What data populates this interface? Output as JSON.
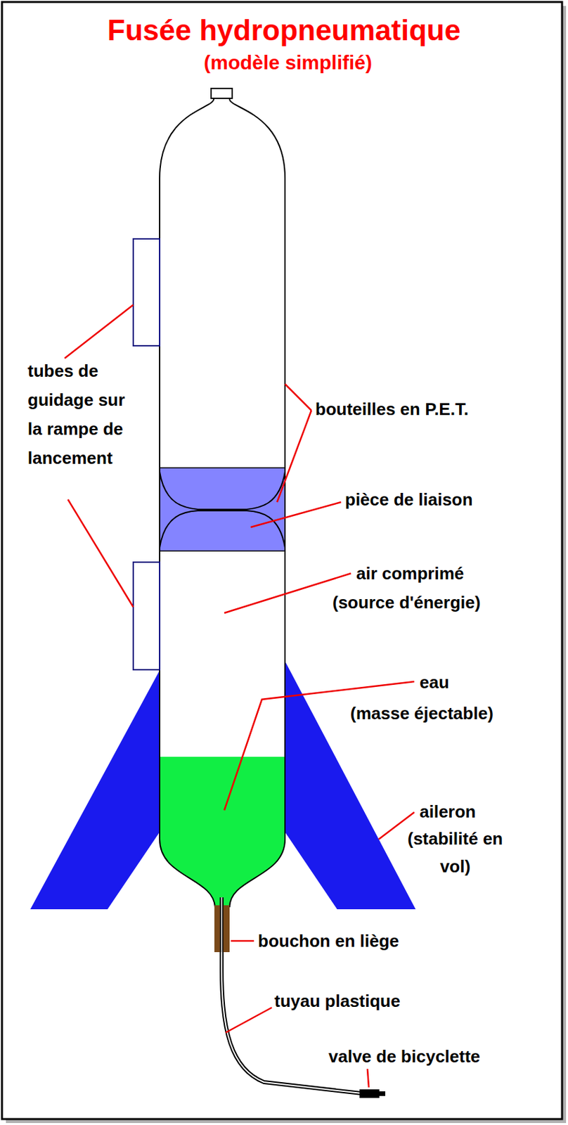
{
  "diagram": {
    "title": "Fusée hydropneumatique",
    "labels": [
      "(modèle simplifié)",
      "tubes de guidage sur la rampe de lancement",
      "bouteilles en P.E.T.",
      "pièce de liaison",
      "air comprimé",
      "(source d'énergie)",
      "eau",
      "(masse éjectable)",
      "aileron",
      "(stabilité en vol)",
      "bouchon en liège",
      "tuyau plastique",
      "valve de bicyclette"
    ]
  }
}
